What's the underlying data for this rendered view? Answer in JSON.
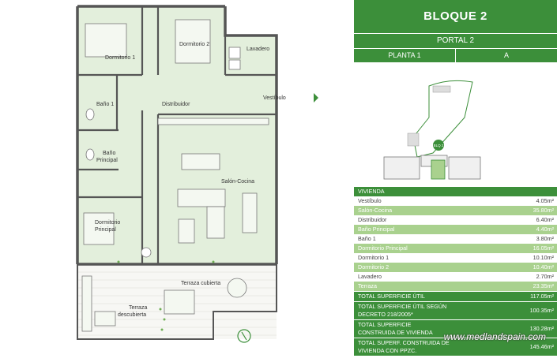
{
  "plan": {
    "rooms": {
      "dormitorio1": "Dormitorio 1",
      "dormitorio2": "Dormitorio 2",
      "lavadero": "Lavadero",
      "bano1": "Baño 1",
      "distribuidor": "Distribuidor",
      "vestibulo": "Vestíbulo",
      "bano_principal_1": "Baño",
      "bano_principal_2": "Principal",
      "salon_cocina": "Salón-Cocina",
      "dormitorio_principal_1": "Dormitorio",
      "dormitorio_principal_2": "Principal",
      "terraza_cubierta": "Terraza cubierta",
      "terraza_descubierta_1": "Terraza",
      "terraza_descubierta_2": "descubierta"
    }
  },
  "panel": {
    "title": "BLOQUE 2",
    "portal": "PORTAL 2",
    "planta": "PLANTA 1",
    "letra": "A",
    "key_label": "BLQ 2",
    "colors": {
      "accent": "#3c8f3a",
      "light": "#a9d18e"
    },
    "header": "VIVIENDA",
    "rows": [
      {
        "label": "Vestíbulo",
        "value": "4.05m²"
      },
      {
        "label": "Salón-Cocina",
        "value": "35.80m²"
      },
      {
        "label": "Distribuidor",
        "value": "6.40m²"
      },
      {
        "label": "Baño Principal",
        "value": "4.40m²"
      },
      {
        "label": "Baño 1",
        "value": "3.80m²"
      },
      {
        "label": "Dormitorio Principal",
        "value": "16.05m²"
      },
      {
        "label": "Dormitorio 1",
        "value": "10.10m²"
      },
      {
        "label": "Dormitorio 2",
        "value": "10.40m²"
      },
      {
        "label": "Lavadero",
        "value": "2.70m²"
      },
      {
        "label": "Terraza",
        "value": "23.35m²"
      }
    ],
    "totals": [
      {
        "label": "TOTAL SUPERFICIE ÚTIL",
        "value": "117.05m²"
      },
      {
        "label1": "TOTAL SUPERFICIE ÚTIL SEGÚN",
        "label2": "DECRETO 218/2005*",
        "value": "100.35m²"
      },
      {
        "label1": "TOTAL SUPERFICIE",
        "label2": "CONSTRUIDA DE VIVIENDA",
        "value": "130.28m²"
      },
      {
        "label1": "TOTAL SUPERF. CONSTRUIDA DE",
        "label2": "VIVIENDA CON PPZC.",
        "value": "145.46m²"
      }
    ]
  },
  "watermark": "www.medlandspain.com"
}
